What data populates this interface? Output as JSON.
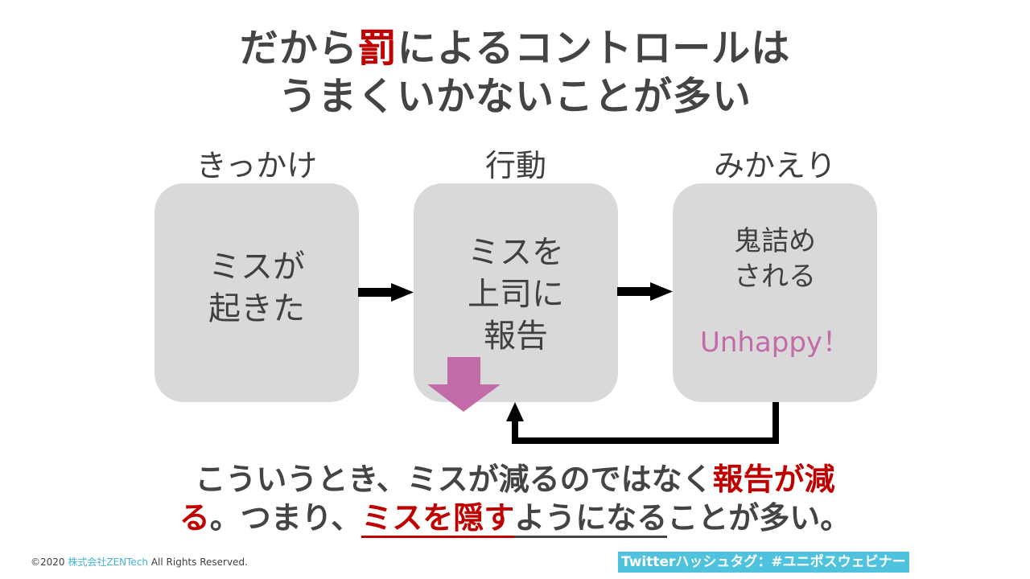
{
  "title": {
    "line1_pre": "だから",
    "line1_accent": "罰",
    "line1_post": "によるコントロールは",
    "line2": "うまくいかないことが多い"
  },
  "stages": [
    {
      "label": "きっかけ",
      "text_lines": [
        "ミスが",
        "起きた"
      ]
    },
    {
      "label": "行動",
      "text_lines": [
        "ミスを",
        "上司に",
        "報告"
      ]
    },
    {
      "label": "みかえり",
      "text_lines": [
        "鬼詰め",
        "される"
      ],
      "emotion": "Unhappy！"
    }
  ],
  "summary": {
    "line1_pre": "こういうとき、ミスが減るのではなく",
    "line1_accent": "報告が減",
    "line2_accent": "る",
    "line2_mid": "。つまり、",
    "line2_underline_red": "ミスを隠す",
    "line2_underline_gray": "ようになる",
    "line2_post": "ことが多い。"
  },
  "colors": {
    "accent_red": "#C00000",
    "text_gray": "#444444",
    "box_gray": "#D9D9D9",
    "pink": "#C36BA8",
    "brand_cyan": "#4FC3DD"
  },
  "footer": {
    "copyright_pre": "©2020 ",
    "company": "株式会社ZENTech",
    "copyright_post": " All Rights Reserved.",
    "hashtag": "Twitterハッシュタグ：#ユニポスウェビナー"
  }
}
